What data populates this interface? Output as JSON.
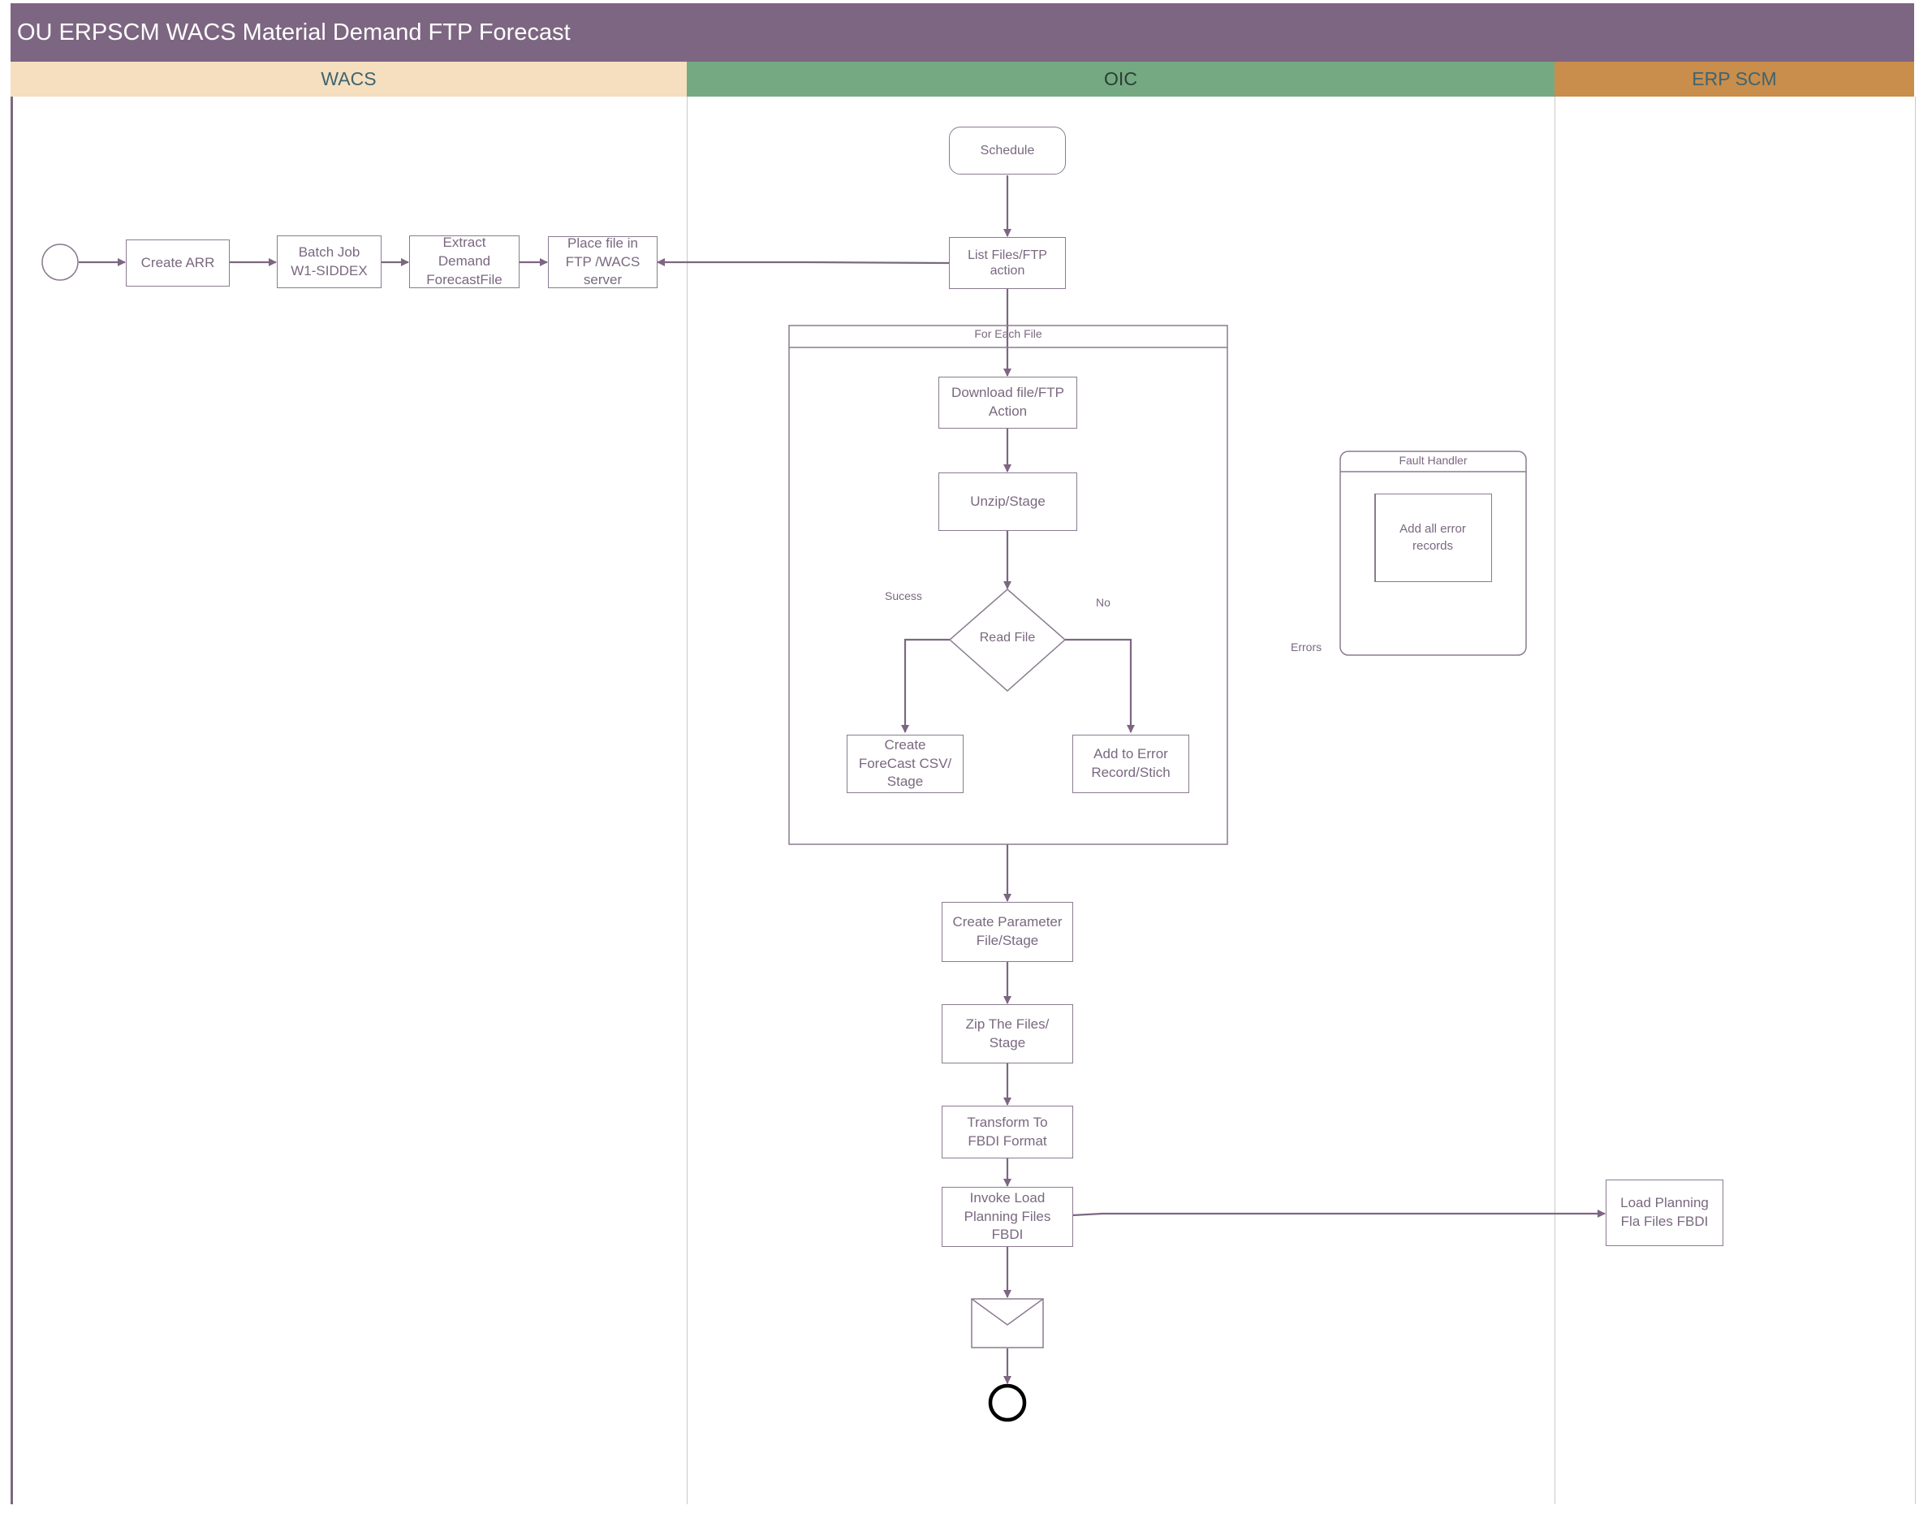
{
  "title": "OU ERPSCM WACS Material Demand FTP Forecast",
  "lanes": {
    "wacs": {
      "label": "WACS",
      "color": "#f5dfbf"
    },
    "oic": {
      "label": "OIC",
      "color": "#74a982"
    },
    "erp": {
      "label": "ERP SCM",
      "color": "#c98d4c"
    }
  },
  "nodes": {
    "create_arr": "Create ARR",
    "batch_job": "Batch Job W1-SIDDEX",
    "extract_demand": "Extract Demand ForecastFile",
    "place_file": "Place file in FTP /WACS server",
    "schedule": "Schedule",
    "list_files": "List Files/FTP action",
    "download_file": "Download file/FTP Action",
    "unzip_stage": "Unzip/Stage",
    "read_file": "Read File",
    "create_forecast": "Create ForeCast CSV/ Stage",
    "add_error": "Add to Error Record/Stich",
    "create_parameter": "Create Parameter File/Stage",
    "zip_files": "Zip The Files/ Stage",
    "transform_fbdi": "Transform To FBDI Format",
    "invoke_load": "Invoke Load Planning Files FBDI",
    "load_planning": "Load Planning Fla Files FBDI",
    "add_all_errors": "Add all error records"
  },
  "containers": {
    "for_each": "For Each File",
    "fault_handler": "Fault Handler"
  },
  "labels": {
    "success": "Sucess",
    "no": "No",
    "errors": "Errors"
  },
  "colors": {
    "title_bar": "#7d6682",
    "stroke": "#8b7a91",
    "text": "#7a6880",
    "arrow": "#7d6682"
  }
}
